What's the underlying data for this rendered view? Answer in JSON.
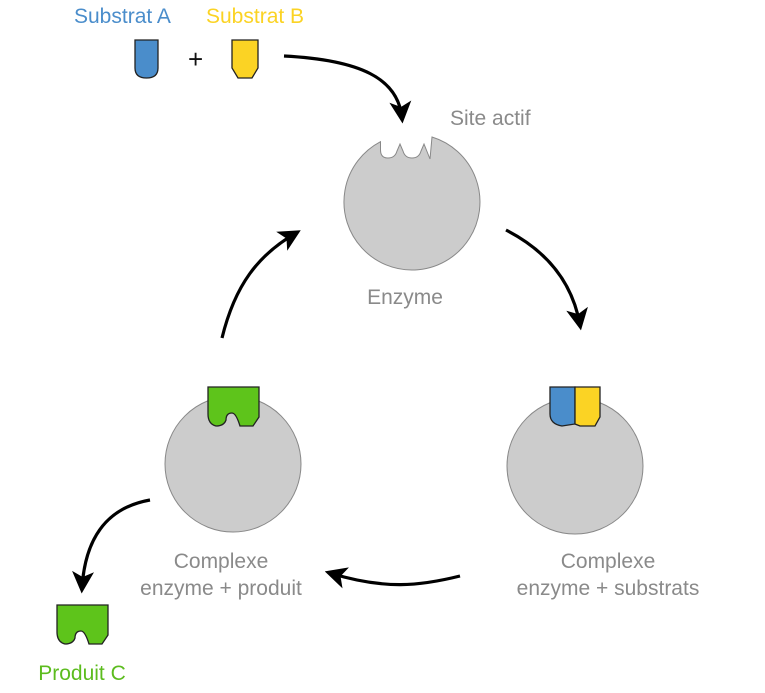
{
  "labels": {
    "substrate_a": "Substrat A",
    "substrate_b": "Substrat B",
    "plus": "+",
    "active_site": "Site actif",
    "enzyme": "Enzyme",
    "complex_substrates_line1": "Complexe",
    "complex_substrates_line2": "enzyme + substrats",
    "complex_product_line1": "Complexe",
    "complex_product_line2": "enzyme + produit",
    "product_c": "Produit C"
  },
  "colors": {
    "substrate_a": "#4a8dcb",
    "substrate_b": "#fbd324",
    "product": "#5ec41b",
    "product_text": "#5cbc1e",
    "enzyme": "#cccccc",
    "enzyme_stroke": "#888888",
    "label_grey": "#8a8a8a",
    "arrow": "#000000"
  }
}
